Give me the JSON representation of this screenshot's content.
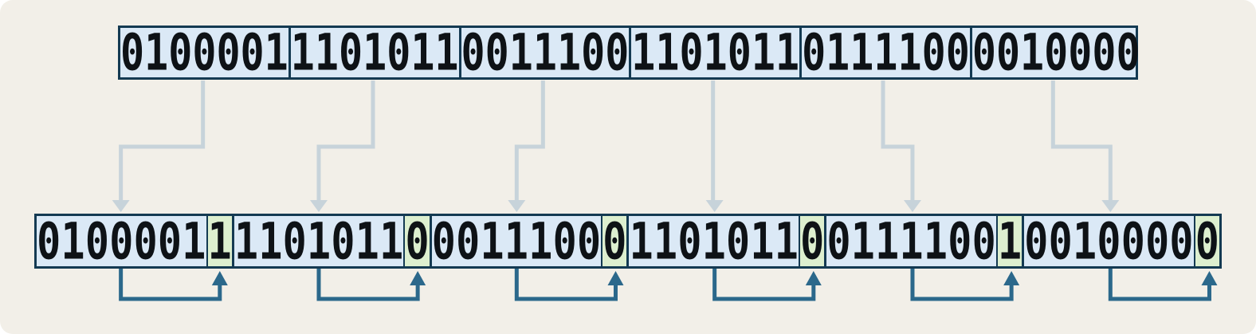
{
  "diagram": {
    "name": "parity-bit-encoding",
    "top_row": {
      "groups": [
        "0100001",
        "1101011",
        "0011100",
        "1101011",
        "0111100",
        "0010000"
      ]
    },
    "bottom_row": {
      "groups": [
        {
          "data": "0100001",
          "parity": "1"
        },
        {
          "data": "1101011",
          "parity": "0"
        },
        {
          "data": "0011100",
          "parity": "0"
        },
        {
          "data": "1101011",
          "parity": "0"
        },
        {
          "data": "0111100",
          "parity": "1"
        },
        {
          "data": "0010000",
          "parity": "0"
        }
      ]
    },
    "colors": {
      "background": "#f2efe8",
      "cell_blue": "#dbe9f6",
      "cell_green": "#ddefcf",
      "box_border": "#143a52",
      "light_arrow": "#c7d3da",
      "teal_arrow": "#2b688b",
      "text": "#0e1216"
    }
  }
}
